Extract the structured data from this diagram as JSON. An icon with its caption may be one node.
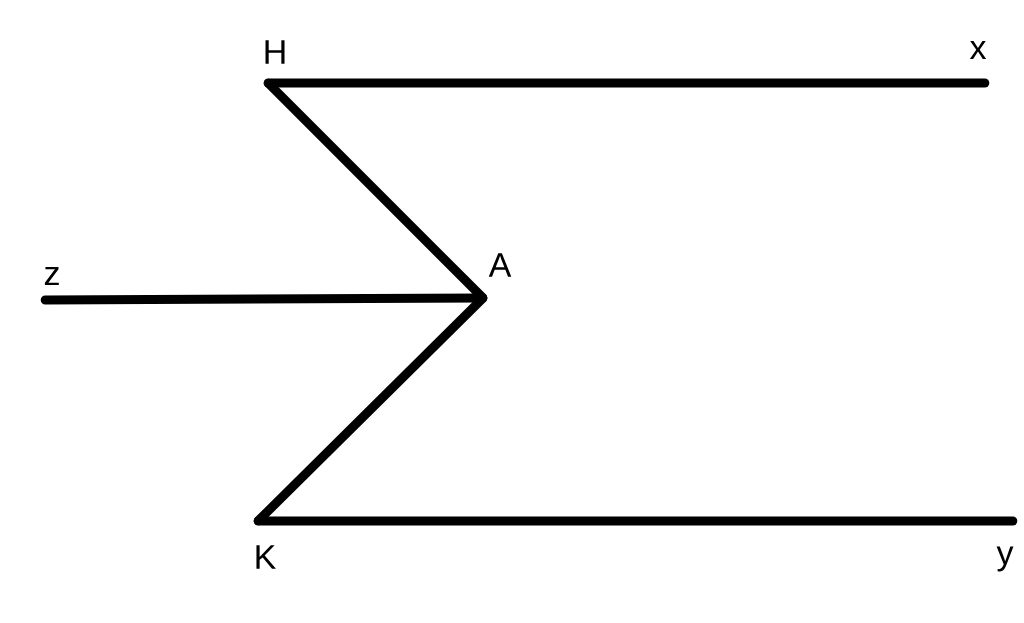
{
  "diagram": {
    "nodes": [
      {
        "text": [
          "H"
        ]
      },
      {
        "text": [
          "x"
        ]
      },
      {
        "text": [
          "A"
        ]
      },
      {
        "text": [
          "z"
        ]
      },
      {
        "text": [
          "K"
        ]
      },
      {
        "text": [
          "y"
        ]
      }
    ],
    "edges": [
      {
        "from": 0,
        "to": 1,
        "arrow": "none"
      },
      {
        "from": 0,
        "to": 2,
        "arrow": "none"
      },
      {
        "from": 3,
        "to": 2,
        "arrow": "none"
      },
      {
        "from": 2,
        "to": 4,
        "arrow": "none"
      },
      {
        "from": 4,
        "to": 5,
        "arrow": "none"
      }
    ]
  }
}
